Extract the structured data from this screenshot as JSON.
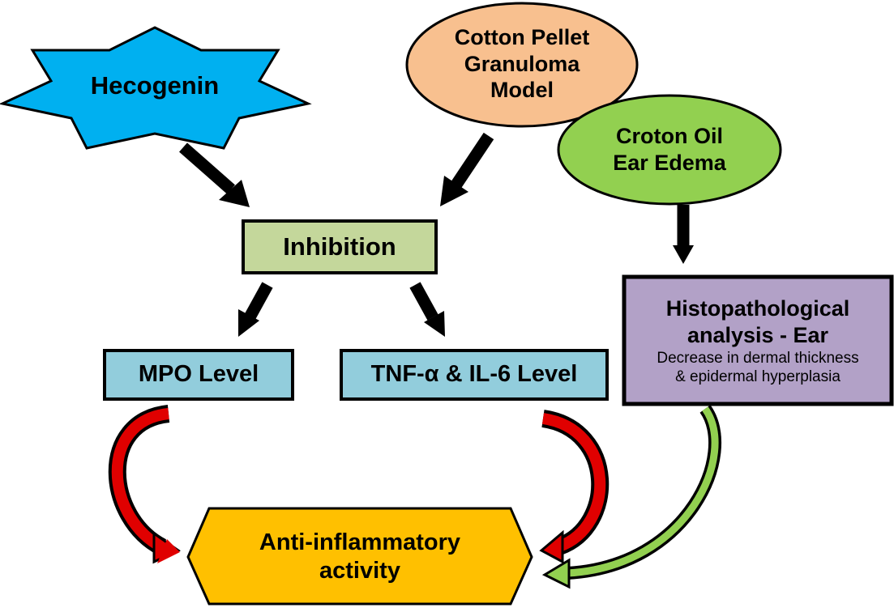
{
  "diagram": {
    "nodes": {
      "hecogenin": {
        "label": "Hecogenin",
        "fill": "#00b0f0",
        "shape": "star"
      },
      "cotton_pellet": {
        "lines": [
          "Cotton Pellet",
          "Granuloma",
          "Model"
        ],
        "fill": "#f8c08f",
        "shape": "ellipse"
      },
      "croton_oil": {
        "lines": [
          "Croton Oil",
          "Ear Edema"
        ],
        "fill": "#92d050",
        "shape": "ellipse"
      },
      "inhibition": {
        "label": "Inhibition",
        "fill": "#c4d79b",
        "shape": "rectangle"
      },
      "mpo": {
        "label": "MPO Level",
        "fill": "#92cddc",
        "shape": "rectangle"
      },
      "tnf": {
        "label": "TNF-α & IL-6 Level",
        "fill": "#92cddc",
        "shape": "rectangle"
      },
      "histo": {
        "title_lines": [
          "Histopathological",
          "analysis - Ear"
        ],
        "detail_lines": [
          "Decrease in dermal thickness",
          "& epidermal hyperplasia"
        ],
        "fill": "#b2a1c7",
        "shape": "rectangle"
      },
      "anti": {
        "lines": [
          "Anti-inflammatory",
          "activity"
        ],
        "fill": "#ffc000",
        "shape": "hexagon"
      }
    },
    "edges": [
      {
        "from": "Hecogenin",
        "to": "Inhibition",
        "color": "#000000"
      },
      {
        "from": "Cotton Pellet Granuloma Model",
        "to": "Inhibition",
        "color": "#000000"
      },
      {
        "from": "Croton Oil Ear Edema",
        "to": "Histopathological analysis - Ear",
        "color": "#000000"
      },
      {
        "from": "Inhibition",
        "to": "MPO Level",
        "color": "#000000"
      },
      {
        "from": "Inhibition",
        "to": "TNF-α & IL-6 Level",
        "color": "#000000"
      },
      {
        "from": "MPO Level",
        "to": "Anti-inflammatory activity",
        "color": "#e00000"
      },
      {
        "from": "TNF-α & IL-6 Level",
        "to": "Anti-inflammatory activity",
        "color": "#e00000"
      },
      {
        "from": "Histopathological analysis - Ear",
        "to": "Anti-inflammatory activity",
        "color": "#92d050"
      }
    ]
  }
}
